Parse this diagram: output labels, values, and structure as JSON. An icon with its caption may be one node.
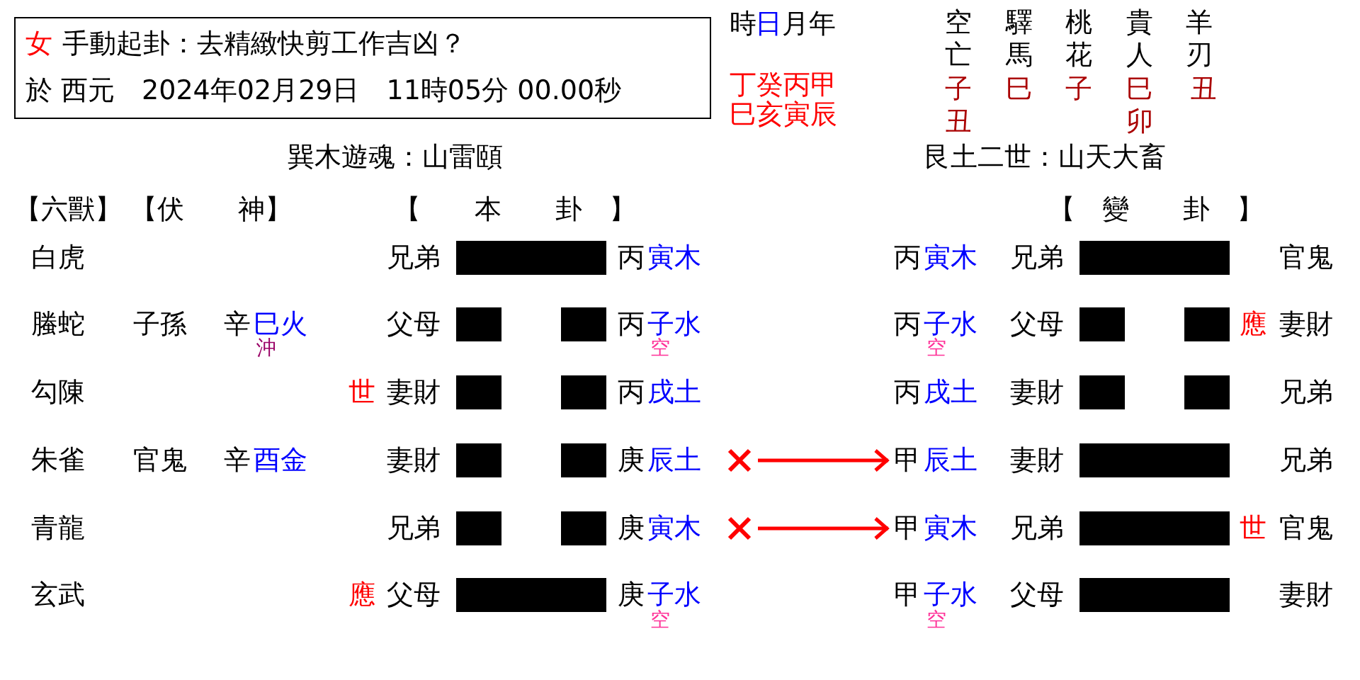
{
  "diagram": {
    "nodes": [
      {
        "text": [
          "女",
          "手動起卦：去精緻快剪工作吉凶？",
          "於 西元　2024年02月29日　11時05分 00.00秒"
        ]
      },
      {
        "text": [],
        "shape": "cross"
      },
      {
        "text": [
          "甲",
          "辰土"
        ]
      },
      {
        "text": [],
        "shape": "cross"
      },
      {
        "text": [
          "甲",
          "寅木"
        ]
      }
    ],
    "edges": [
      {
        "from": 1,
        "to": 2,
        "arrow": "to"
      },
      {
        "from": 3,
        "to": 4,
        "arrow": "to"
      }
    ],
    "labels": [
      "時",
      "日",
      "月年",
      "空亡",
      "驛馬",
      "桃花",
      "貴人",
      "羊刃",
      "丁癸丙甲",
      "巳亥寅辰",
      "子丑",
      "巳",
      "子",
      "巳卯",
      "丑",
      "巽木遊魂：山雷頤",
      "艮土二世：山天大畜",
      "【六獸】",
      "【伏　　神】",
      "【　　本　　卦　】",
      "【　變　　卦　】",
      "白虎",
      "兄弟",
      "丙",
      "寅木",
      "丙",
      "寅木",
      "兄弟",
      "官鬼",
      "螣蛇",
      "子孫",
      "辛",
      "巳火",
      "父母",
      "丙",
      "子水",
      "丙",
      "子水",
      "父母",
      "應",
      "妻財",
      "沖",
      "空",
      "空",
      "勾陳",
      "世",
      "妻財",
      "丙",
      "戌土",
      "丙",
      "戌土",
      "妻財",
      "兄弟",
      "朱雀",
      "官鬼",
      "辛",
      "酉金",
      "妻財",
      "庚",
      "辰土",
      "妻財",
      "兄弟",
      "青龍",
      "兄弟",
      "庚",
      "寅木",
      "兄弟",
      "世",
      "官鬼",
      "玄武",
      "應",
      "父母",
      "庚",
      "子水",
      "甲",
      "子水",
      "父母",
      "妻財",
      "空",
      "空"
    ]
  }
}
